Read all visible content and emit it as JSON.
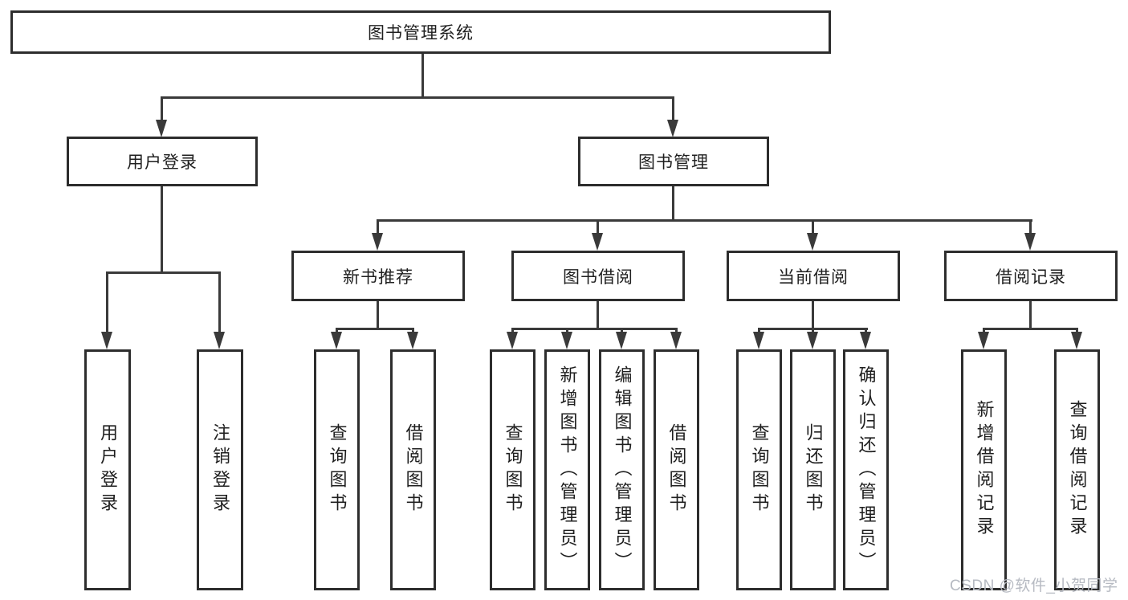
{
  "diagram": {
    "title": "图书管理系统",
    "level2": [
      {
        "label": "用户登录",
        "children": [
          "用户登录",
          "注销登录"
        ]
      },
      {
        "label": "图书管理",
        "children": [
          {
            "label": "新书推荐",
            "children": [
              "查询图书",
              "借阅图书"
            ]
          },
          {
            "label": "图书借阅",
            "children": [
              "查询图书",
              "新增图书（管理员）",
              "编辑图书（管理员）",
              "借阅图书"
            ]
          },
          {
            "label": "当前借阅",
            "children": [
              "查询图书",
              "归还图书",
              "确认归还（管理员）"
            ]
          },
          {
            "label": "借阅记录",
            "children": [
              "新增借阅记录",
              "查询借阅记录"
            ]
          }
        ]
      }
    ]
  },
  "watermark": {
    "text": "CSDN @软件_小贺同学"
  },
  "colors": {
    "line": "#3a3a3a",
    "border": "#2d2d2d",
    "text": "#1f1f1f",
    "background": "#ffffff",
    "watermark": "#b6bac2"
  }
}
